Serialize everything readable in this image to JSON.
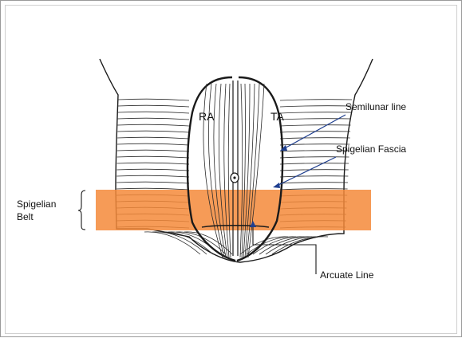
{
  "labels": {
    "ra": "RA",
    "ta": "TA",
    "semilunar": "Semilunar line",
    "spigelian_fascia": "Spigelian Fascia",
    "belt_line1": "Spigelian",
    "belt_line2": "Belt",
    "arcuate": "Arcuate Line"
  },
  "colors": {
    "belt": "#f58a3a",
    "ink": "#1a1a1a",
    "arrow": "#1f3f8f"
  }
}
